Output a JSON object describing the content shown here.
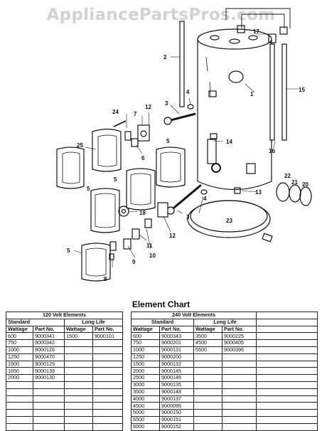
{
  "watermark": "AppliancePartsPros.com",
  "callouts": [
    "1",
    "2",
    "3",
    "3",
    "4",
    "4",
    "5",
    "5",
    "5",
    "5",
    "6",
    "7",
    "8",
    "9",
    "10",
    "11",
    "12",
    "12",
    "13",
    "14",
    "15",
    "16",
    "17",
    "18",
    "20",
    "21",
    "22",
    "23",
    "24",
    "25"
  ],
  "element_chart": {
    "title": "Element Chart",
    "v120": {
      "title": "120 Volt Elements",
      "standard_label": "Standard",
      "long_life_label": "Long Life",
      "wattage_label": "Wattage",
      "part_label": "Part No.",
      "rows": [
        [
          "600",
          "9000341",
          "1500",
          "9000101"
        ],
        [
          "750",
          "9000342",
          "",
          ""
        ],
        [
          "1000",
          "9000126",
          "",
          ""
        ],
        [
          "1250",
          "9000470",
          "",
          ""
        ],
        [
          "1500",
          "9000129",
          "",
          ""
        ],
        [
          "1650",
          "9000139",
          "",
          ""
        ],
        [
          "2000",
          "9000130",
          "",
          ""
        ]
      ]
    },
    "v240": {
      "title": "240 Volt Elements",
      "standard_label": "Standard",
      "long_life_label": "Long Life",
      "wattage_label": "Wattage",
      "part_label": "Part No.",
      "rows": [
        [
          "600",
          "9000343",
          "3500",
          "9000225"
        ],
        [
          "750",
          "9000201",
          "4500",
          "9000405"
        ],
        [
          "1000",
          "9000131",
          "5500",
          "9000396"
        ],
        [
          "1250",
          "9000200",
          "",
          ""
        ],
        [
          "1500",
          "9000132",
          "",
          ""
        ],
        [
          "2000",
          "9000145",
          "",
          ""
        ],
        [
          "2500",
          "9000146",
          "",
          ""
        ],
        [
          "3000",
          "9000135",
          "",
          ""
        ],
        [
          "3500",
          "9000148",
          "",
          ""
        ],
        [
          "4000",
          "9000137",
          "",
          ""
        ],
        [
          "4500",
          "9000095",
          "",
          ""
        ],
        [
          "5000",
          "9000150",
          "",
          ""
        ],
        [
          "5500",
          "9000151",
          "",
          ""
        ],
        [
          "6000",
          "9000152",
          "",
          ""
        ]
      ]
    }
  }
}
